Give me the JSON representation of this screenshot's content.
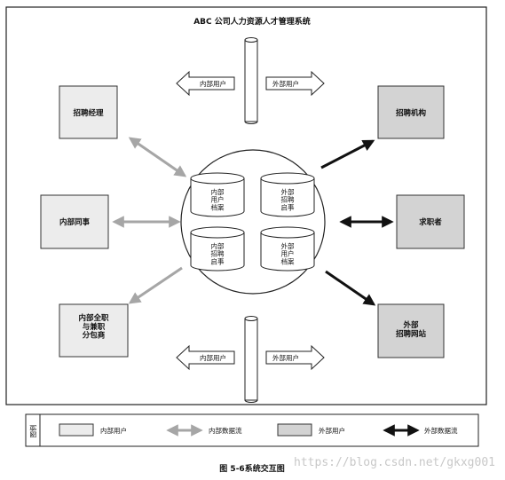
{
  "title": "ABC 公司人力资源人才管理系统",
  "caption": "图 5-6系统交互图",
  "watermark": "https://blog.csdn.net/gkxg001",
  "colors": {
    "internal_fill": "#ececec",
    "external_fill": "#d3d3d3",
    "internal_arrow": "#a6a6a6",
    "external_arrow": "#111111"
  },
  "internal_users": {
    "recruit_manager": "招聘经理",
    "colleague": "内部同事",
    "contractor": "内部全职\n与兼职\n分包商"
  },
  "external_users": {
    "agency": "招聘机构",
    "job_seeker": "求职者",
    "job_site": "外部\n招聘网站"
  },
  "databases": {
    "internal_user_archive": "内部\n用户\n档案",
    "external_job_posting": "外部\n招聘\n启事",
    "internal_job_posting": "内部\n招聘\n启事",
    "external_user_archive": "外部\n用户\n档案"
  },
  "firewall": {
    "top_left": "内部用户",
    "top_right": "外部用户",
    "bottom_left": "内部用户",
    "bottom_right": "外部用户"
  },
  "legend": {
    "label": "图例",
    "internal_user": "内部用户",
    "internal_flow": "内部数据流",
    "external_user": "外部用户",
    "external_flow": "外部数据流"
  }
}
